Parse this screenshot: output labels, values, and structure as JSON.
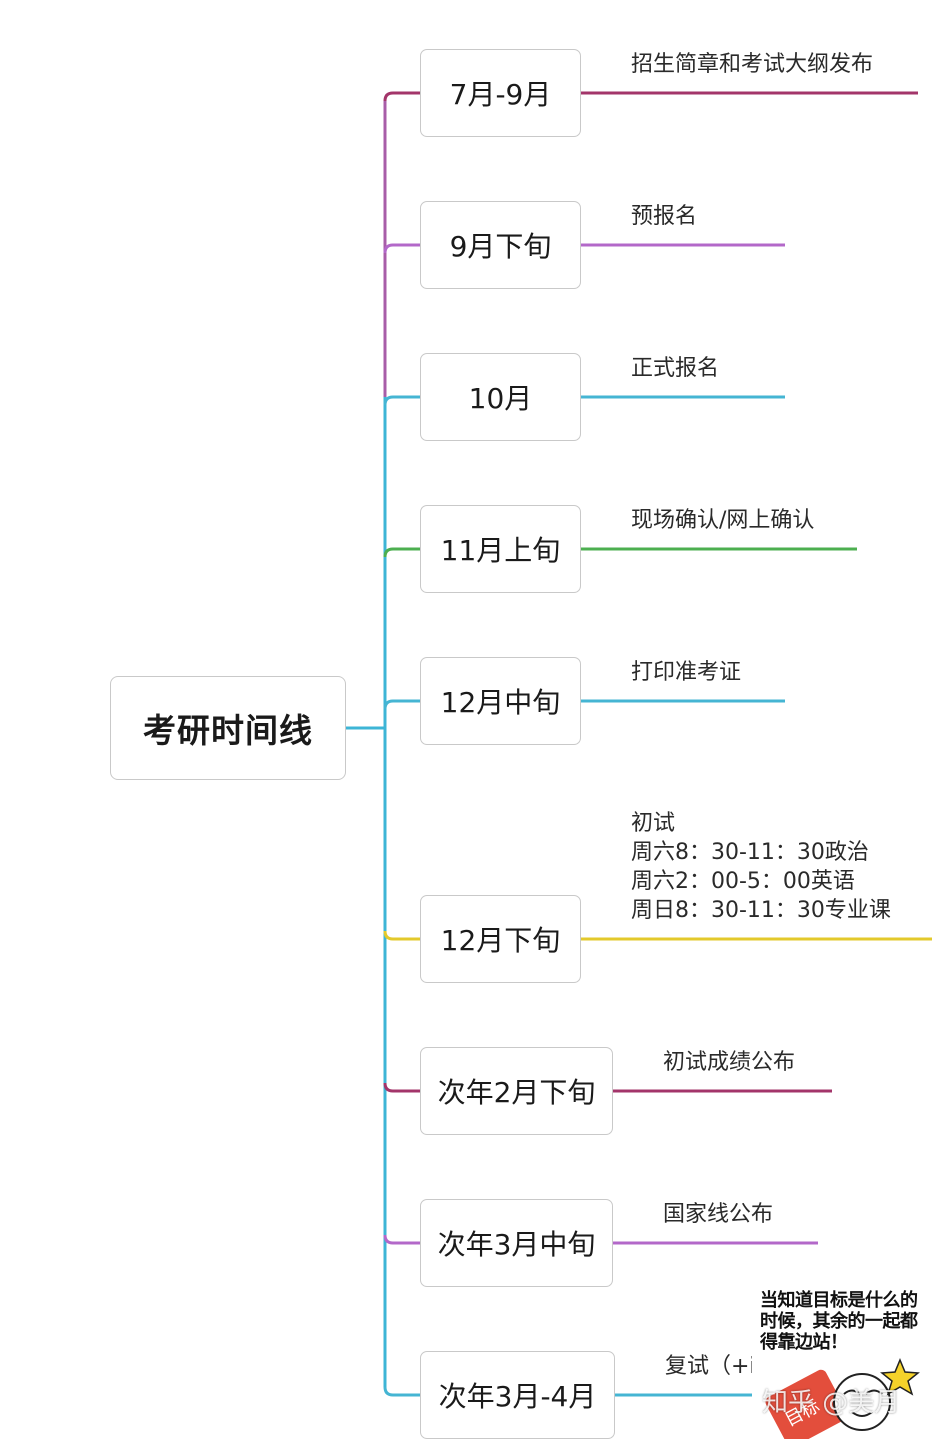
{
  "root": {
    "label": "考研时间线"
  },
  "colors": {
    "trunk_purple": "#a85da8",
    "trunk_cyan": "#3db5d6"
  },
  "events": [
    {
      "period": "7月-9月",
      "lines": [
        "招生简章和考试大纲发布"
      ],
      "color": "#a3356a"
    },
    {
      "period": "9月下旬",
      "lines": [
        "预报名"
      ],
      "color": "#b368c9"
    },
    {
      "period": "10月",
      "lines": [
        "正式报名"
      ],
      "color": "#45b5d3"
    },
    {
      "period": "11月上旬",
      "lines": [
        "现场确认/网上确认"
      ],
      "color": "#4caf50"
    },
    {
      "period": "12月中旬",
      "lines": [
        "打印准考证"
      ],
      "color": "#45b5d3"
    },
    {
      "period": "12月下旬",
      "lines": [
        "初试",
        "周六8：30-11：30政治",
        "周六2：00-5：00英语",
        "周日8：30-11：30专业课"
      ],
      "color": "#e3c92b"
    },
    {
      "period": "次年2月下旬",
      "lines": [
        "初试成绩公布"
      ],
      "color": "#a3356a"
    },
    {
      "period": "次年3月中旬",
      "lines": [
        "国家线公布"
      ],
      "color": "#b368c9"
    },
    {
      "period": "次年3月-4月",
      "lines": [
        "复试（+i"
      ],
      "color": "#45b5d3"
    }
  ],
  "sticker": {
    "text": "当知道目标是什么的时候，其余的一起都得靠边站！",
    "badge": "目标"
  },
  "watermark": "知乎 @美月"
}
